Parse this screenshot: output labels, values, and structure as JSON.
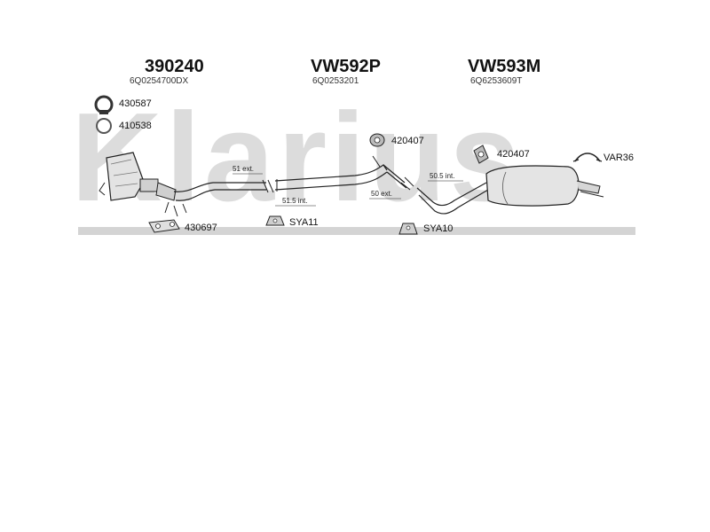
{
  "watermark": {
    "brand": "Klarius"
  },
  "headings": [
    {
      "number": "390240",
      "oem": "6Q0254700DX"
    },
    {
      "number": "VW592P",
      "oem": "6Q0253201"
    },
    {
      "number": "VW593M",
      "oem": "6Q6253609T"
    }
  ],
  "parts": {
    "clamp_top": "430587",
    "ring": "410538",
    "hanger_mid": "420407",
    "hanger_right": "420407",
    "bracket": "VAR36",
    "gasket": "430697",
    "mount_a": "SYA11",
    "mount_b": "SYA10"
  },
  "dimensions": {
    "d1": "51 ext.",
    "d2": "51.5 int.",
    "d3": "50 ext.",
    "d4": "50.5 int."
  },
  "colors": {
    "watermark": "#dcdcdc",
    "line": "#222222",
    "part_fill": "#e6e6e6"
  }
}
